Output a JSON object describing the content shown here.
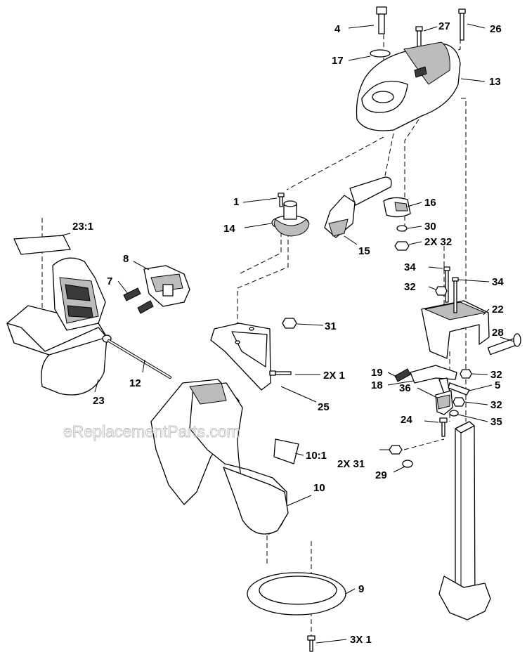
{
  "watermark": "eReplacementParts.com",
  "callouts": {
    "c1": "1",
    "c4": "4",
    "c5": "5",
    "c7": "7",
    "c8": "8",
    "c9": "9",
    "c10": "10",
    "c10_1": "10:1",
    "c12": "12",
    "c13": "13",
    "c14": "14",
    "c15": "15",
    "c16": "16",
    "c17": "17",
    "c18": "18",
    "c19": "19",
    "c22": "22",
    "c23": "23",
    "c23_1": "23:1",
    "c24": "24",
    "c25": "25",
    "c26": "26",
    "c27": "27",
    "c28": "28",
    "c29": "29",
    "c30": "30",
    "c31": "31",
    "c31x2": "2X 31",
    "c32a": "32",
    "c32b": "32",
    "c32c": "32",
    "c32x2": "2X 32",
    "c34a": "34",
    "c34b": "34",
    "c35": "35",
    "c36": "36",
    "c1x2": "2X 1",
    "c1x3": "3X 1"
  }
}
